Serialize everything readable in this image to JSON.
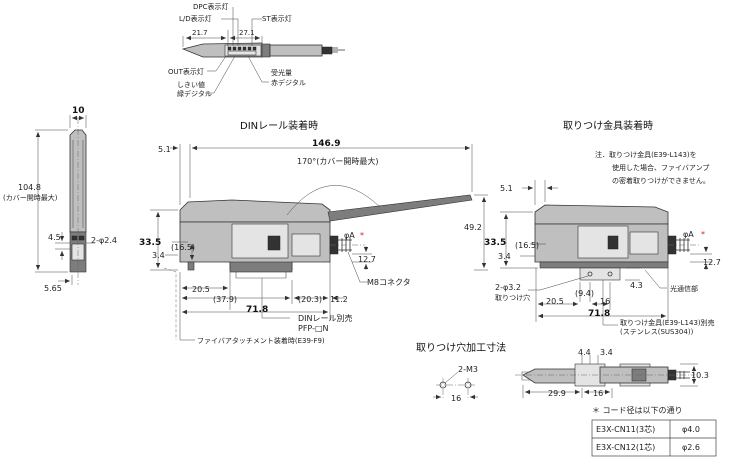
{
  "top_view": {
    "dpc_label": "DPC表示灯",
    "ld_label": "L/D表示灯",
    "st_label": "ST表示灯",
    "dim_21_7": "21.7",
    "dim_27_1": "27.1",
    "out_label": "OUT表示灯",
    "threshold_label_1": "しきい値",
    "threshold_label_2": "緑デジタル",
    "received_label_1": "受光量",
    "received_label_2": "赤デジタル"
  },
  "side_view": {
    "dim_10": "10",
    "dim_104_8": "104.8",
    "cover_open": "(カバー開時最大)",
    "dim_4_5": "4.5",
    "phi_2_4": "2-φ2.4",
    "dim_5_65": "5.65"
  },
  "din_view": {
    "title": "DINレール装着時",
    "dim_5_1": "5.1",
    "dim_146_9": "146.9",
    "angle_170": "170°(カバー開時最大)",
    "dim_49_2": "49.2",
    "dim_33_5": "33.5",
    "dim_16_5": "(16.5)",
    "dim_3_4": "3.4",
    "phi_a": "φA",
    "asterisk": "*",
    "dim_12_7": "12.7",
    "dim_20_5": "20.5",
    "dim_37_9": "(37.9)",
    "dim_20_3": "(20.3)",
    "dim_11_2": "11.2",
    "m8_connector": "M8コネクタ",
    "dim_71_8": "71.8",
    "din_rail_sold_1": "DINレール別売",
    "din_rail_sold_2": "PFP-□N",
    "fiber_attach": "ファイバアタッチメント装着時(E39-F9)"
  },
  "bracket_view": {
    "title": "取りつけ金具装着時",
    "note_1": "注．取りつけ金具(E39-L143)を",
    "note_2": "使用した場合、ファイバアンプ",
    "note_3": "の密着取りつけができません。",
    "dim_5_1": "5.1",
    "dim_33_5": "33.5",
    "dim_16_5": "(16.5)",
    "dim_3_4": "3.4",
    "phi_a": "φA",
    "asterisk": "*",
    "dim_12_7": "12.7",
    "dim_4_3": "4.3",
    "phi_3_2": "2-φ3.2",
    "mount_hole": "取りつけ穴",
    "dim_9_4": "(9.4)",
    "dim_20_5": "20.5",
    "dim_16": "16",
    "light_window": "光通信部",
    "dim_71_8": "71.8",
    "bracket_sold_1": "取りつけ金具(E39-L143)別売",
    "bracket_sold_2": "(ステンレス(SUS304))"
  },
  "mount_hole": {
    "title": "取りつけ穴加工寸法",
    "m3": "2-M3",
    "dim_16": "16"
  },
  "bottom_view": {
    "dim_4_4": "4.4",
    "dim_3_4": "3.4",
    "dim_10_3": "10.3",
    "dim_29_9": "29.9",
    "dim_16": "16"
  },
  "cord_table": {
    "note": "＊ コード径は以下の通り",
    "rows": [
      {
        "model": "E3X-CN11(3芯)",
        "diameter": "φ4.0"
      },
      {
        "model": "E3X-CN12(1芯)",
        "diameter": "φ2.6"
      }
    ]
  }
}
